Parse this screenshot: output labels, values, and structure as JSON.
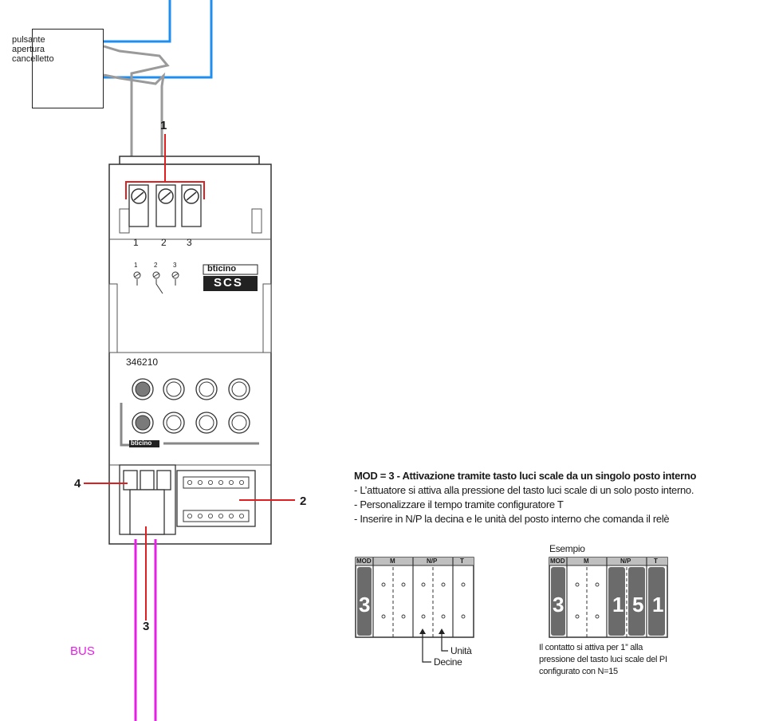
{
  "button_box": {
    "label": "pulsante\napertura\ncancelletto",
    "icon": "key-icon"
  },
  "module": {
    "brand": "bticino",
    "brand_line2": "SCS",
    "code": "346210",
    "terminals": [
      "1",
      "2",
      "3"
    ],
    "contact_terminals": [
      "1",
      "2",
      "3"
    ],
    "bottom_brand": "bticino"
  },
  "callouts": {
    "c1": "1",
    "c2": "2",
    "c3": "3",
    "c4": "4"
  },
  "bus_label": "BUS",
  "note": {
    "title": "MOD = 3 - Attivazione tramite tasto luci scale da un singolo posto interno",
    "lines": [
      "- L’attuatore si attiva alla pressione del tasto luci scale di un solo posto interno.",
      "- Personalizzare il tempo tramite configuratore T",
      "- Inserire in N/P la decina e le unità del posto interno che comanda il relè"
    ]
  },
  "config_table_left": {
    "headers": [
      "MOD",
      "M",
      "N/P",
      "T"
    ],
    "mod_value": "3",
    "arrow_labels": [
      "Unità",
      "Decine"
    ]
  },
  "config_table_right": {
    "caption_top": "Esempio",
    "headers": [
      "MOD",
      "M",
      "N/P",
      "T"
    ],
    "mod_value": "3",
    "np_values": [
      "1",
      "5"
    ],
    "t_value": "1",
    "caption_bottom": "Il contatto si attiva per 1” alla\npressione del tasto luci scale del PI\nconfigurato con N=15"
  },
  "colors": {
    "blue_wire": "#1e8ff0",
    "grey_wire": "#9a9a9a",
    "red_callout": "#e02020",
    "bus_magenta": "#e81ee8"
  }
}
